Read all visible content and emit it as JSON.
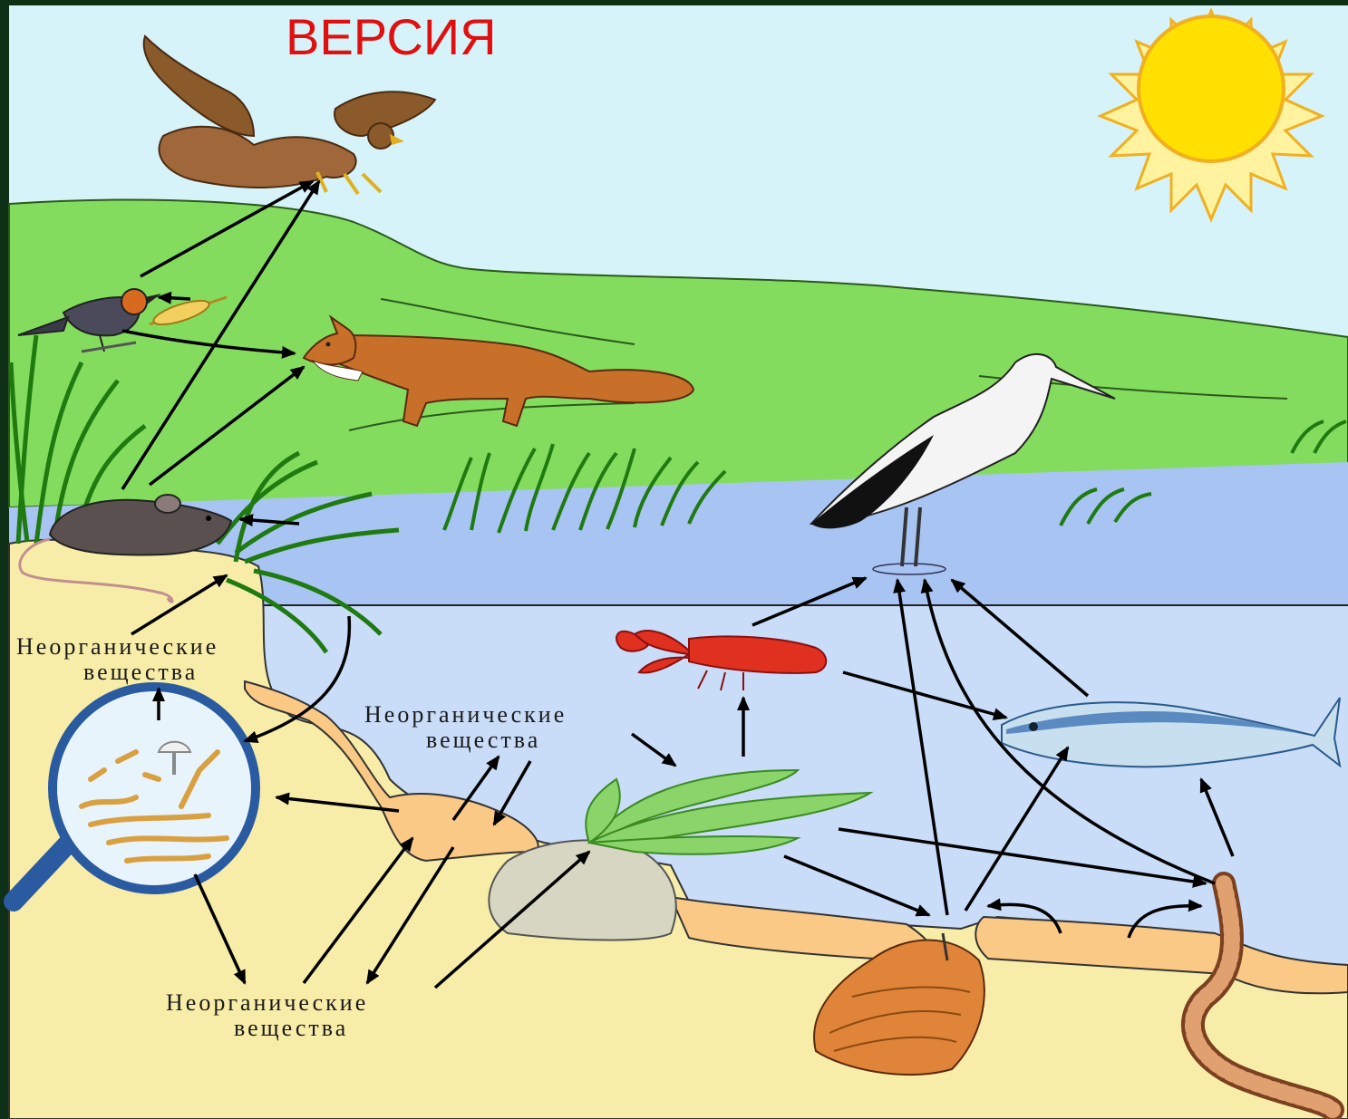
{
  "title": "ВЕРСИЯ",
  "labels": {
    "left": [
      "Неорганические",
      "вещества"
    ],
    "middle": [
      "Неорганические",
      "вещества"
    ],
    "bottom": [
      "Неорганические",
      "вещества"
    ]
  },
  "colors": {
    "sky": "#d6f3f9",
    "grass": "#84dc5f",
    "water_surface": "#a7c4f2",
    "water": "#c9dcf8",
    "soil": "#f8eda8",
    "title_red": "#e01010"
  }
}
